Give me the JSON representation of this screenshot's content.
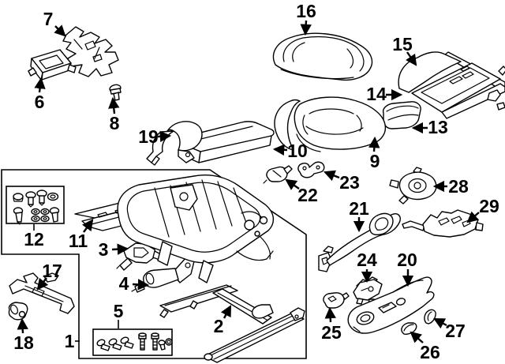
{
  "diagram": {
    "background_color": "#ffffff",
    "line_color": "#000000",
    "callouts": {
      "p1": "1",
      "p2": "2",
      "p3": "3",
      "p4": "4",
      "p5": "5",
      "p6": "6",
      "p7": "7",
      "p8": "8",
      "p9": "9",
      "p10": "10",
      "p11": "11",
      "p12": "12",
      "p13": "13",
      "p14": "14",
      "p15": "15",
      "p16": "16",
      "p17": "17",
      "p18": "18",
      "p19": "19",
      "p20": "20",
      "p21": "21",
      "p22": "22",
      "p23": "23",
      "p24": "24",
      "p25": "25",
      "p26": "26",
      "p27": "27",
      "p28": "28",
      "p29": "29"
    }
  }
}
